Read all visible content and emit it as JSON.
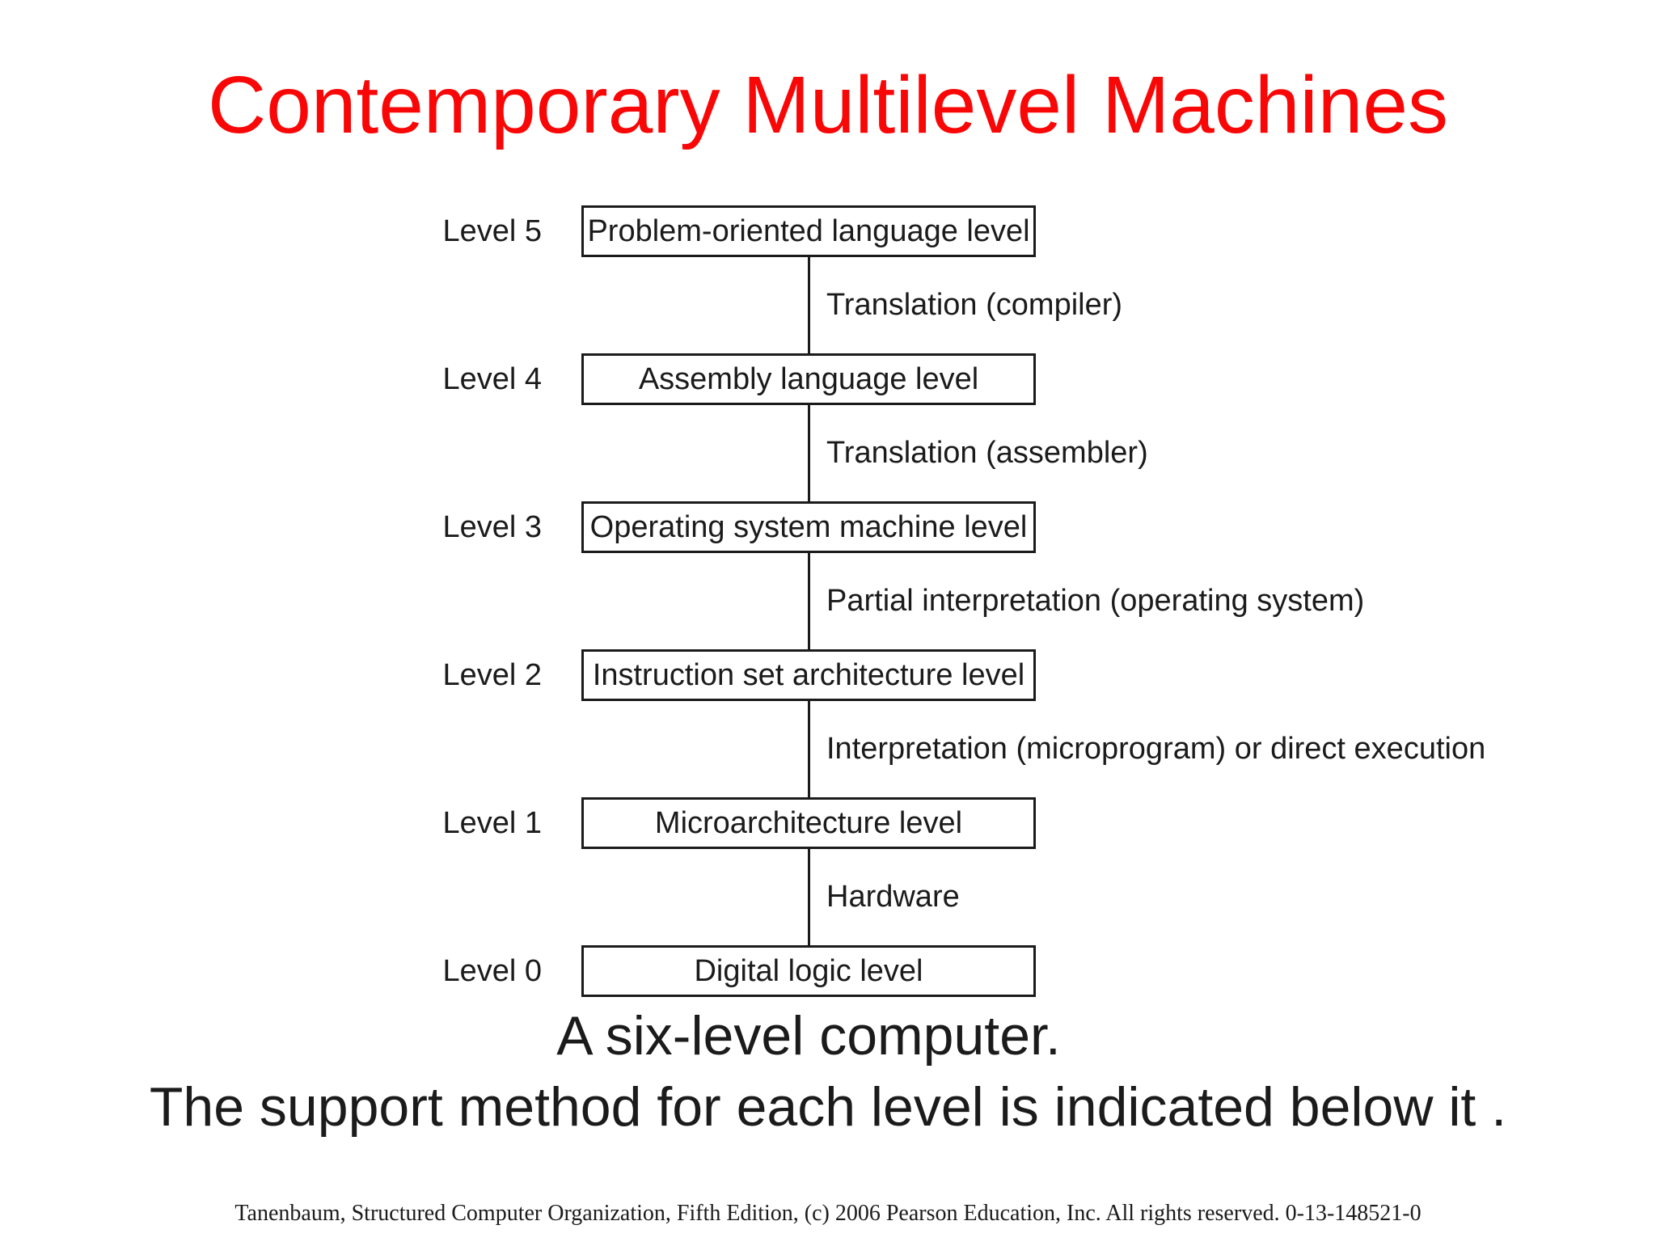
{
  "title": "Contemporary Multilevel Machines",
  "colors": {
    "title": "#f90606",
    "text": "#1b1b1b",
    "background": "#ffffff"
  },
  "diagram": {
    "levels": [
      {
        "label": "Level 5",
        "box_label": "Problem-oriented language level",
        "support": "Translation (compiler)"
      },
      {
        "label": "Level 4",
        "box_label": "Assembly language level",
        "support": "Translation (assembler)"
      },
      {
        "label": "Level 3",
        "box_label": "Operating system machine level",
        "support": "Partial interpretation (operating system)"
      },
      {
        "label": "Level 2",
        "box_label": "Instruction set architecture level",
        "support": "Interpretation (microprogram) or direct execution"
      },
      {
        "label": "Level 1",
        "box_label": "Microarchitecture level",
        "support": "Hardware"
      },
      {
        "label": "Level 0",
        "box_label": "Digital logic level"
      }
    ]
  },
  "caption": {
    "line1": "A six-level computer.",
    "line2": "The support method for each level is indicated below it ."
  },
  "footer": {
    "text": "Tanenbaum, Structured Computer Organization, Fifth Edition, (c) 2006 Pearson Education, Inc. All rights reserved. 0-13-148521-0"
  }
}
